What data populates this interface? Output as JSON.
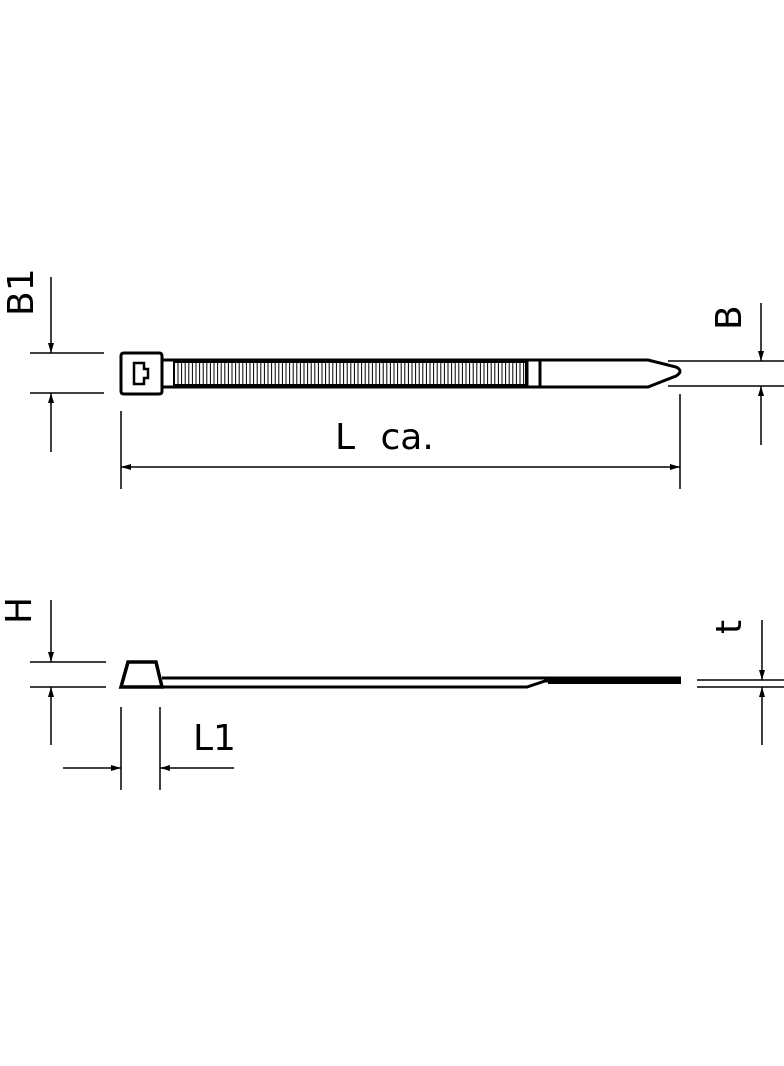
{
  "drawing": {
    "top_view": {
      "label_B1": "B1",
      "label_B": "B",
      "label_L": "L ca."
    },
    "side_view": {
      "label_H": "H",
      "label_t": "t",
      "label_L1": "L1"
    },
    "line_color": "#000000"
  }
}
